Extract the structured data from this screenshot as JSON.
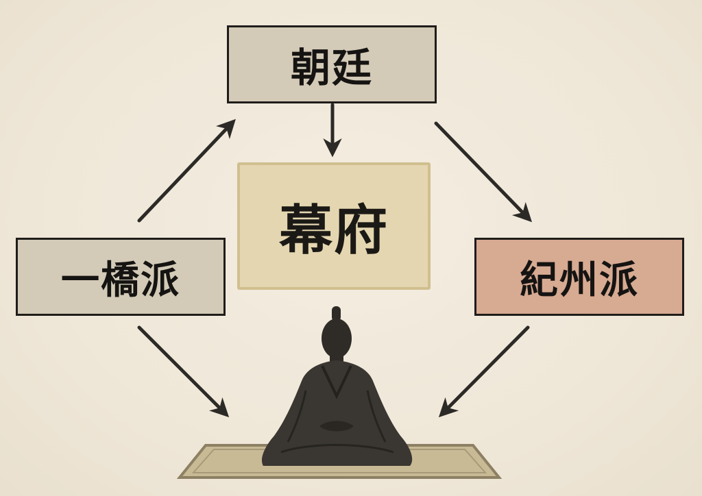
{
  "diagram": {
    "nodes": {
      "court": {
        "label": "朝廷"
      },
      "shogunate": {
        "label": "幕府"
      },
      "hitotsubashi": {
        "label": "一橋派"
      },
      "kishu": {
        "label": "紀州派"
      }
    },
    "edges": [
      {
        "from": "hitotsubashi",
        "to": "court"
      },
      {
        "from": "court",
        "to": "shogunate"
      },
      {
        "from": "court",
        "to": "kishu"
      },
      {
        "from": "hitotsubashi",
        "to": "shogun-figure"
      },
      {
        "from": "kishu",
        "to": "shogun-figure"
      }
    ],
    "colors": {
      "background": "#f0e9dc",
      "neutral_box": "#d3cab7",
      "shogunate_box": "#e4d6b0",
      "kishu_box": "#d7aa92",
      "ink": "#1f1d1a"
    },
    "figure": {
      "icon": "seated-shogun-silhouette-icon"
    }
  }
}
